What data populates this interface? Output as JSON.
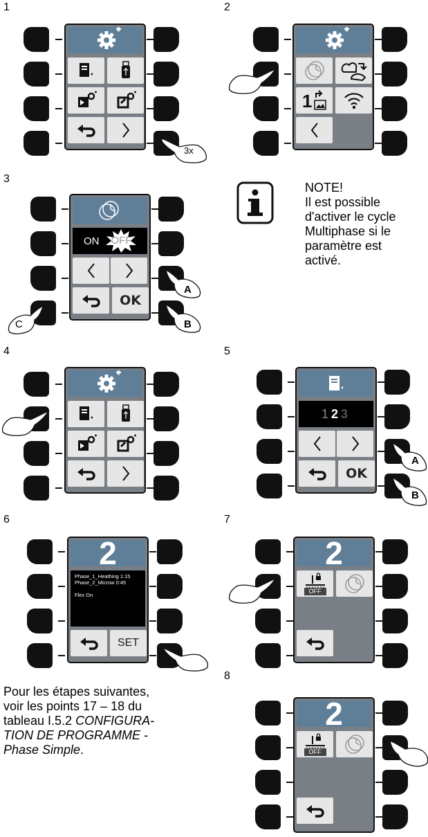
{
  "steps": [
    "1",
    "2",
    "3",
    "4",
    "5",
    "6",
    "7",
    "8"
  ],
  "press_3x": "3x",
  "letters": {
    "a": "A",
    "b": "B",
    "c": "C"
  },
  "on": "ON",
  "off": "OFF",
  "ok": "OK",
  "set": "SET",
  "digits": [
    "1",
    "2",
    "3"
  ],
  "program_number": "2",
  "phase_lines": [
    "Phase_1_Heathing 1:15",
    "Phase_2_Microw 0:45",
    "",
    "Flex On"
  ],
  "lock_off": "OFF",
  "note": {
    "title": "NOTE!",
    "lines": [
      "Il est possible",
      "d'activer le cycle",
      "Multiphase si le",
      "paramètre est",
      "activé."
    ]
  },
  "para": {
    "l1": "Pour les étapes suivantes,",
    "l2": "voir les points 17 – 18 du",
    "l3a": "tableau I.5.2 ",
    "l3b": "CONFIGURA-",
    "l4": "TION DE PROGRAMME -",
    "l5": "Phase Simple",
    "l5end": "."
  }
}
